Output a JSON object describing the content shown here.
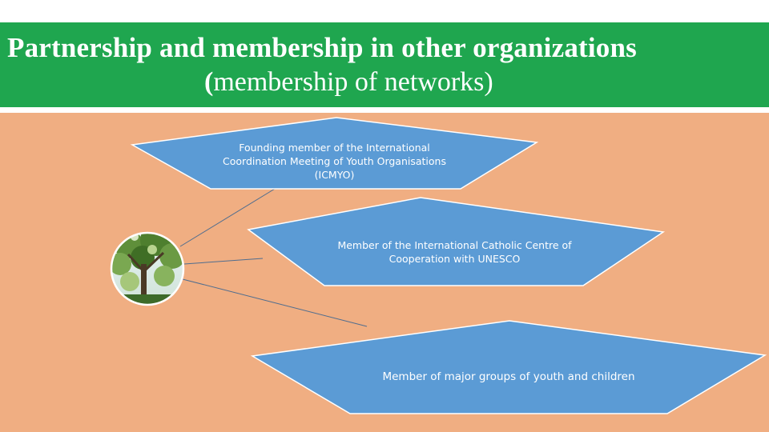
{
  "title": {
    "line1": "Partnership and membership in other organizations",
    "line2_paren": "(",
    "line2_text": "membership of networks)"
  },
  "nodes": [
    {
      "line1": "Founding member of the International",
      "line2": "Coordination Meeting of Youth Organisations",
      "line3": "(ICMYO)"
    },
    {
      "line1": "Member of the International Catholic Centre of",
      "line2": "Cooperation with UNESCO"
    },
    {
      "line1": "Member of major groups of youth and children"
    }
  ],
  "colors": {
    "title_bar": "#1fa64f",
    "background": "#f0ae82",
    "node_fill": "#5b9bd5",
    "node_stroke": "#ffffff",
    "connector": "#4f6d8f"
  },
  "hub_image": "tree-photo-icon"
}
